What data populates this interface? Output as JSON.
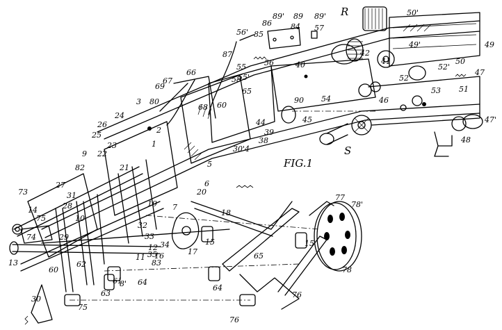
{
  "figure": {
    "title": "FIG.1"
  },
  "reference_numerals": [
    "R",
    "50'",
    "89'",
    "89",
    "89'",
    "86",
    "84",
    "57",
    "56'",
    "85",
    "87",
    "55",
    "55'",
    "56",
    "40",
    "42",
    "41",
    "49'",
    "49",
    "50",
    "47",
    "52'",
    "52",
    "53",
    "51",
    "47'",
    "48",
    "66",
    "67",
    "69",
    "58",
    "65",
    "68",
    "60",
    "90",
    "54",
    "46",
    "44",
    "45",
    "39",
    "38",
    "30'",
    "S",
    "3",
    "80",
    "24",
    "26",
    "25",
    "23",
    "22",
    "2",
    "1",
    "5",
    "4",
    "9",
    "82",
    "21",
    "27",
    "31",
    "28",
    "20",
    "6",
    "73",
    "14",
    "75",
    "7",
    "19",
    "10",
    "29",
    "32",
    "33",
    "18",
    "74",
    "13",
    "34",
    "35",
    "16",
    "17",
    "15",
    "15",
    "65",
    "64",
    "64",
    "63",
    "61",
    "60",
    "62",
    "83",
    "8'",
    "77",
    "78'",
    "78",
    "76",
    "76",
    "75",
    "30",
    "11",
    "12"
  ]
}
